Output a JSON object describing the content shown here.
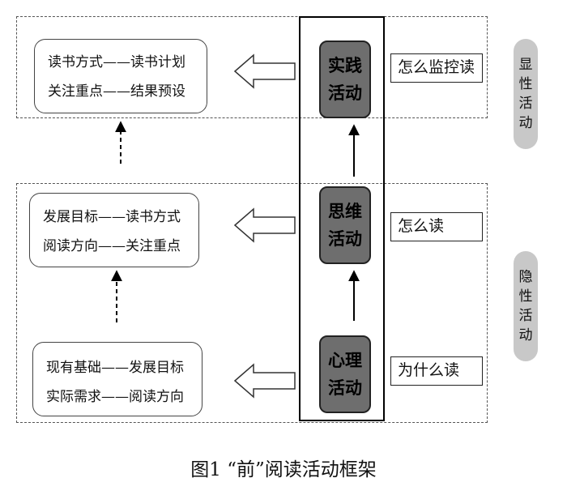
{
  "explicit_box": {
    "lines": [
      "读书方式——读书计划",
      "关注重点——结果预设"
    ]
  },
  "implicit_box_top": {
    "lines": [
      "发展目标——读书方式",
      "阅读方向——关注重点"
    ]
  },
  "implicit_box_bottom": {
    "lines": [
      "现有基础——发展目标",
      "实际需求——阅读方向"
    ]
  },
  "activities": [
    {
      "line1": "实践",
      "line2": "活动"
    },
    {
      "line1": "思维",
      "line2": "活动"
    },
    {
      "line1": "心理",
      "line2": "活动"
    }
  ],
  "questions": [
    "怎么监控读",
    "怎么读",
    "为什么读"
  ],
  "side_labels": {
    "explicit": [
      "显",
      "性",
      "活",
      "动"
    ],
    "implicit": [
      "隐",
      "性",
      "活",
      "动"
    ]
  },
  "caption": "图1 “前”阅读活动框架"
}
